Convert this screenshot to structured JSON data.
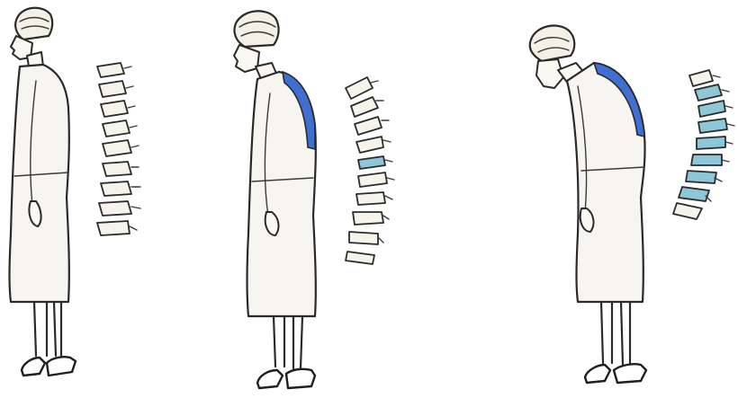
{
  "scene": {
    "stages": [
      {
        "label": "",
        "spine_highlight": "none"
      },
      {
        "label": "",
        "spine_highlight": "upper-back"
      },
      {
        "label": "",
        "spine_highlight": "upper-back"
      }
    ]
  },
  "colors": {
    "background": "#ffffff",
    "ink": "#2a2a2a",
    "coat": "#f7f5ef",
    "back_highlight": "#3f6fd1",
    "compressed_vertebra": "#8ec7d8"
  },
  "icons": {
    "figure_1": "standing-woman-illustration",
    "figure_2": "slightly-stooped-woman-illustration",
    "figure_3": "severely-stooped-woman-illustration",
    "spine_1": "healthy-spine-illustration",
    "spine_2": "mildly-curved-spine-illustration",
    "spine_3": "severely-curved-spine-illustration"
  }
}
